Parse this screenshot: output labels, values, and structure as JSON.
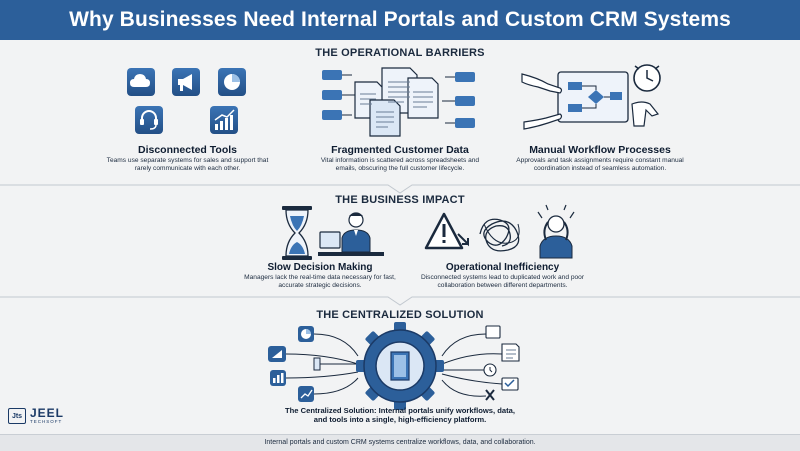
{
  "header": {
    "title": "Why Businesses Need Internal Portals and Custom CRM Systems"
  },
  "sections": {
    "barriers": "THE OPERATIONAL BARRIERS",
    "impact": "THE BUSINESS IMPACT",
    "solution": "THE CENTRALIZED SOLUTION"
  },
  "barriers": [
    {
      "title": "Disconnected Tools",
      "desc": "Teams use separate systems for sales and support that rarely communicate with each other."
    },
    {
      "title": "Fragmented Customer Data",
      "desc": "Vital information is scattered across spreadsheets and emails, obscuring the full customer lifecycle."
    },
    {
      "title": "Manual Workflow Processes",
      "desc": "Approvals and task assignments require constant manual coordination instead of seamless automation."
    }
  ],
  "impact": [
    {
      "title": "Slow Decision Making",
      "desc": "Managers lack the real-time data necessary for fast, accurate strategic decisions."
    },
    {
      "title": "Operational Inefficiency",
      "desc": "Disconnected systems lead to duplicated work and poor collaboration between different departments."
    }
  ],
  "solution": {
    "desc": "The Centralized Solution: Internal portals unify workflows, data, and tools into a single, high-efficiency platform."
  },
  "logo": {
    "mark": "Jts",
    "name": "JEEL",
    "sub": "TECHSOFT"
  },
  "footer": {
    "text": "Internal portals and custom CRM systems centralize workflows, data, and collaboration."
  },
  "colors": {
    "primary": "#2c5f9a",
    "dark": "#1b3a66",
    "text": "#1b2a3e",
    "background": "#f2f3f4"
  }
}
